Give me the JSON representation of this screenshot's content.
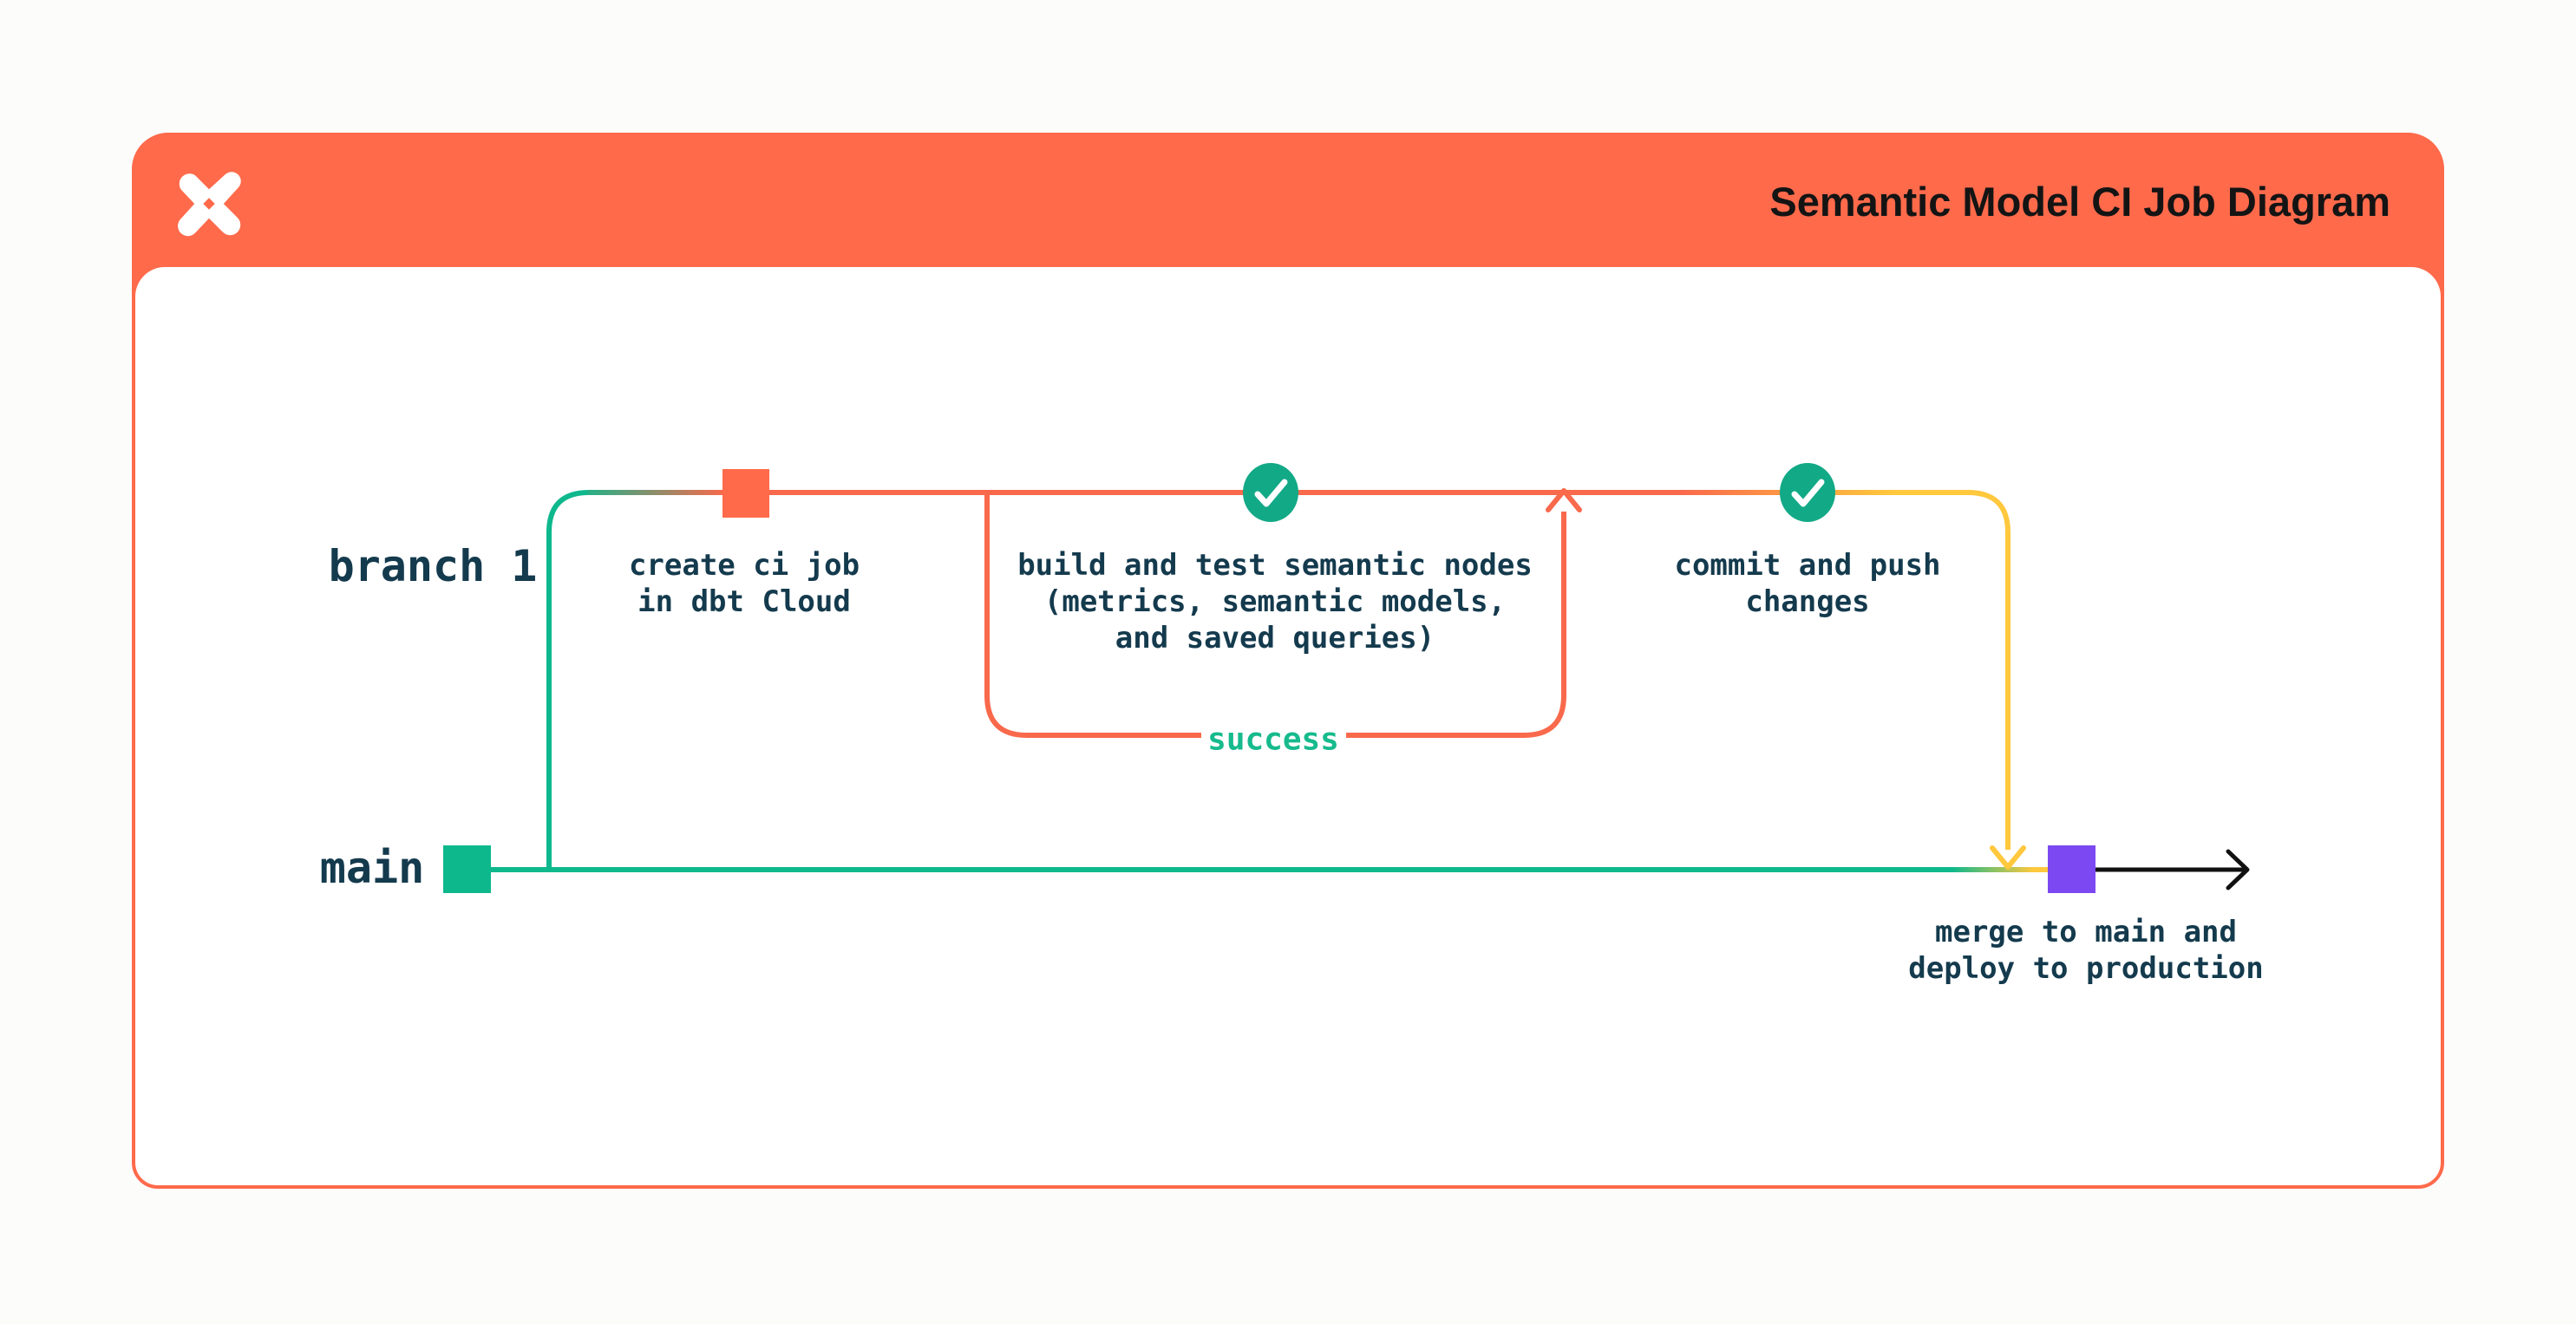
{
  "header": {
    "title": "Semantic Model CI Job Diagram",
    "logo_icon": "dbt-logo"
  },
  "colors": {
    "bg": "#FCFCFB",
    "card": "#FFFFFF",
    "orange": "#FF6A4B",
    "lineOrange": "#F9694C",
    "green": "#0EB88D",
    "check": "#12A987",
    "success": "#16BA8D",
    "yellow": "#FFC83D",
    "purple": "#7B48F1",
    "ink": "#143A4D",
    "title": "#141414",
    "black": "#111111"
  },
  "diagram": {
    "branch_label": "branch 1",
    "main_label": "main",
    "loop_label": "success",
    "steps": [
      {
        "id": "create-ci-job",
        "label": "create ci job\nin dbt Cloud"
      },
      {
        "id": "build-test-semantic-nodes",
        "label": "build and test semantic nodes\n(metrics, semantic models,\nand saved queries)"
      },
      {
        "id": "commit-push",
        "label": "commit and push\nchanges"
      },
      {
        "id": "merge-deploy",
        "label": "merge to main and\ndeploy to production"
      }
    ]
  }
}
